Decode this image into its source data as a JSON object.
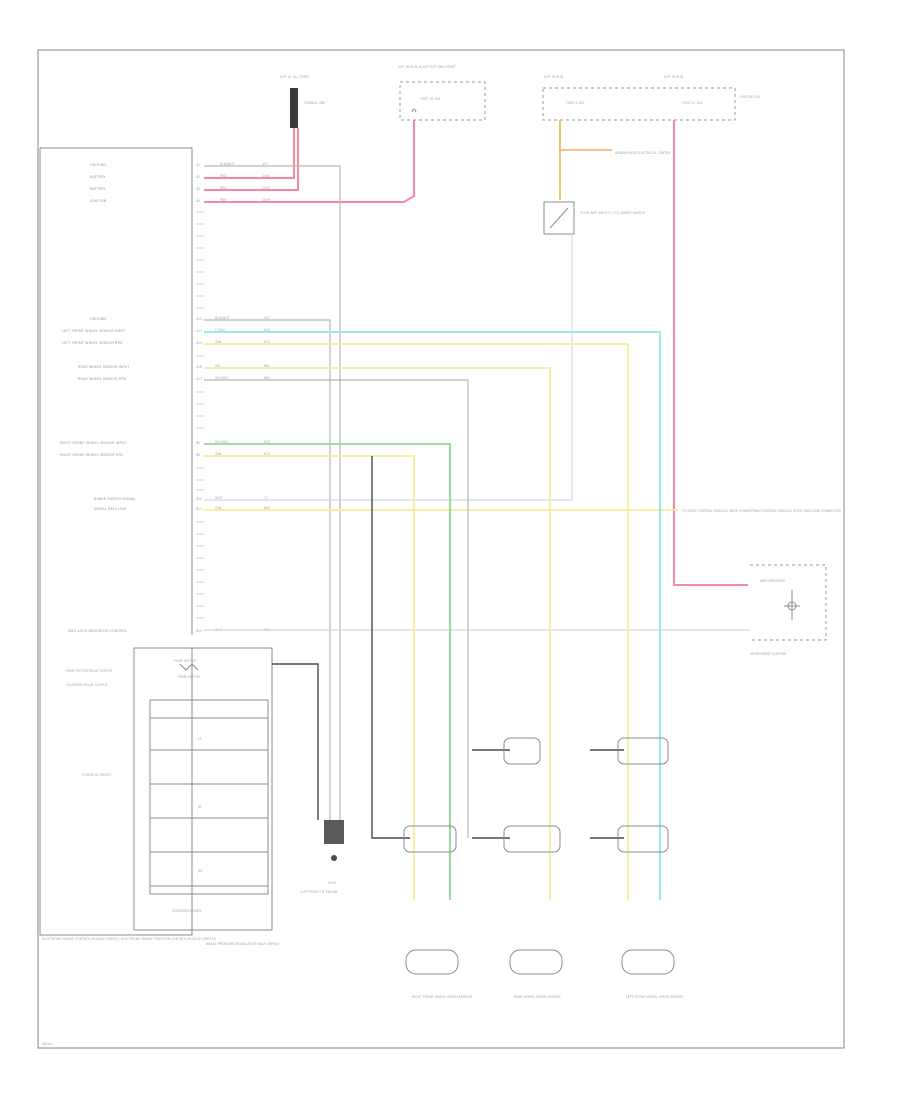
{
  "page_id": "WD#4",
  "top_labels": {
    "hot_at_all_times": "HOT AT ALL TIMES",
    "maxi_fuse": "FUSIBLE LINK",
    "hot_in_run": "HOT IN RUN, BULB TEST AND START",
    "hot_in_run_2": "HOT IN RUN",
    "hot_in_run_3": "HOT IN RUN",
    "fuse_a": "FUSE 19 10A",
    "fuse_b": "FUSE 4 10A",
    "fuse_c": "FUSE 11 10A",
    "fuse_block": "FUSE BLOCK",
    "underhood": "UNDERHOOD ELECTRICAL CENTER"
  },
  "module_pins": [
    {
      "label": "GROUND",
      "pin": "A1",
      "color": "BLK/WHT",
      "circuit": "451"
    },
    {
      "label": "BATTERY",
      "pin": "A2",
      "color": "RED",
      "circuit": "1040"
    },
    {
      "label": "BATTERY",
      "pin": "A3",
      "color": "RED",
      "circuit": "1040"
    },
    {
      "label": "IGNITION",
      "pin": "A4",
      "color": "PNK",
      "circuit": "1039"
    },
    {
      "label": "GROUND",
      "pin": "A12",
      "color": "BLK/WHT",
      "circuit": "451"
    },
    {
      "label": "LEFT FRONT WHEEL SENSOR INPUT",
      "pin": "A13",
      "color": "LT BLU",
      "circuit": "830"
    },
    {
      "label": "LEFT FRONT WHEEL SENSOR RTN",
      "pin": "A14",
      "color": "TAN",
      "circuit": "872"
    },
    {
      "label": "REAR WHEEL SENSOR INPUT",
      "pin": "A16",
      "color": "YEL",
      "circuit": "882"
    },
    {
      "label": "REAR WHEEL SENSOR RTN",
      "pin": "A17",
      "color": "DK GRN",
      "circuit": "883"
    },
    {
      "label": "RIGHT FRONT WHEEL SENSOR INPUT",
      "pin": "B5",
      "color": "DK GRN",
      "circuit": "833"
    },
    {
      "label": "RIGHT FRONT WHEEL SENSOR RTN",
      "pin": "B6",
      "color": "TAN",
      "circuit": "873"
    },
    {
      "label": "BRAKE SWITCH SIGNAL",
      "pin": "B10",
      "color": "WHT",
      "circuit": "17"
    },
    {
      "label": "SERIAL DATA LINE",
      "pin": "B11",
      "color": "TAN",
      "circuit": "800"
    },
    {
      "label": "ANTI-LOCK INDICATOR CONTROL",
      "pin": "B25",
      "color": "WHT",
      "circuit": "852"
    }
  ],
  "components": {
    "ebcm": "ELECTRONIC BRAKE CONTROL MODULE (EBCM) / ELECTRONIC BRAKE TRACTION CONTROL MODULE (EBTCM)",
    "bpmv": "BRAKE PRESSURE MODULATOR VALVE (BPMV)",
    "pump_motor": "PUMP MOTOR",
    "solenoid_valves": "SOLENOID VALVES",
    "control_circuit": "CONTROL CIRCUIT",
    "pump_relay_label": "PUMP MOTOR RELAY OUTPUT",
    "solenoid_relay_label": "SOLENOID RELAY OUTPUT",
    "ground_g": "G105",
    "ground_g_desc": "LEFT FRONT OF ENGINE",
    "brake_switch": "STOPLAMP SWITCH / TCC BRAKE SWITCH",
    "cluster": "INSTRUMENT CLUSTER",
    "cluster_lamp": "ABS INDICATOR",
    "data_dest": "TO BODY CONTROL MODULE (BCM) POWERTRAIN CONTROL MODULE (PCM) DATA LINK CONNECTOR",
    "rf_sensor": "RIGHT FRONT WHEEL SPEED SENSOR",
    "rear_sensor": "REAR WHEEL SPEED SENSOR",
    "lf_sensor": "LEFT FRONT WHEEL SPEED SENSOR"
  },
  "colors": {
    "red": "#f48aa0",
    "cyan": "#8fe7ef",
    "yellow": "#f5ee9a",
    "orange": "#f6bb6e",
    "green": "#8fd88f",
    "gray": "#b8b8b8"
  }
}
